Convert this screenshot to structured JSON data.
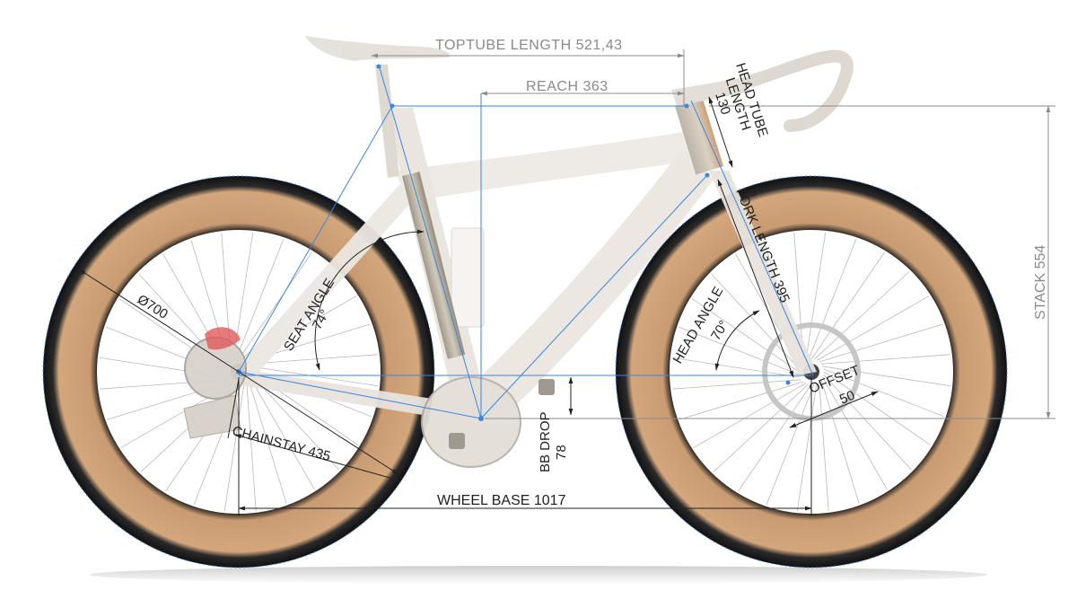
{
  "dimensions": {
    "toptube": "TOPTUBE LENGTH 521,43",
    "reach": "REACH 363",
    "head_tube_line1": "HEAD TUBE",
    "head_tube_line2": "LENGTH",
    "head_tube_value": "130",
    "fork_length": "FORK LENGTH 395",
    "stack": "STACK 554",
    "seat_angle_label": "SEAT ANGLE",
    "seat_angle_value": "74°",
    "head_angle_label": "HEAD ANGLE",
    "head_angle_value": "70°",
    "wheel_diameter": "Ø700",
    "chainstay": "CHAINSTAY 435",
    "bb_drop_label": "BB DROP",
    "bb_drop_value": "78",
    "offset_label": "OFFSET",
    "offset_value": "50",
    "wheel_base": "WHEEL BASE 1017"
  },
  "colors": {
    "geometry_lines": "#3a86e0",
    "dimension_lines_dark": "#222222",
    "dimension_lines_grey": "#8c8c8c",
    "frame": "#efebe6",
    "tire_tread": "#c99b72",
    "tire_black": "#1b1b1b"
  }
}
